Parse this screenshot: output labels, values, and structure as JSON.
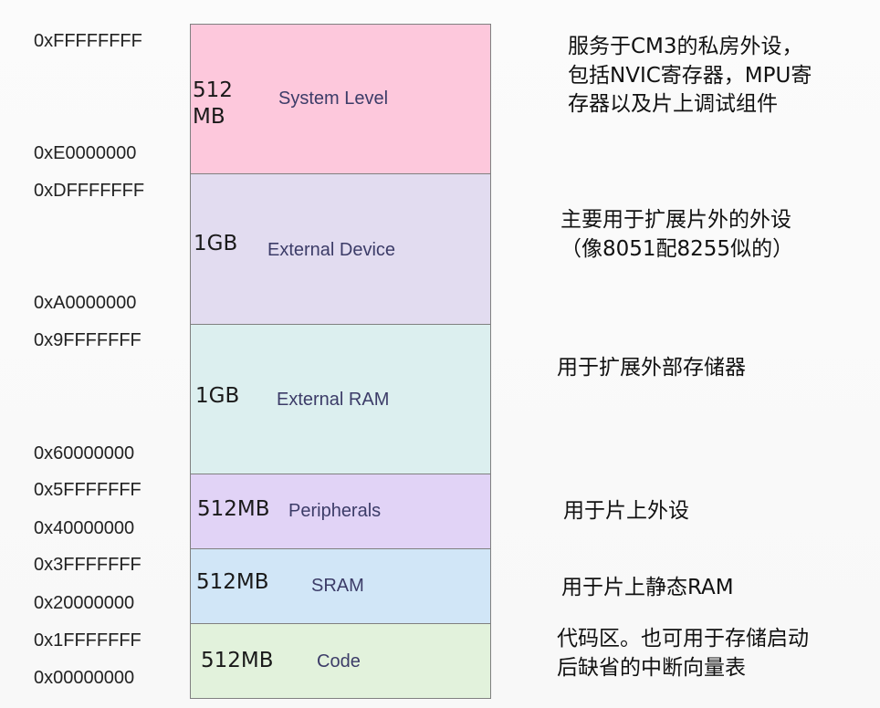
{
  "regions": [
    {
      "size": "512\nMB",
      "name": "System Level",
      "start": "0xE0000000",
      "end": "0xFFFFFFFF",
      "color": "#fdc8dc",
      "desc": [
        "服务于CM3的私房外设，",
        "包括NVIC寄存器，MPU寄",
        "存器以及片上调试组件"
      ]
    },
    {
      "size": "1GB",
      "name": "External Device",
      "start": "0xA0000000",
      "end": "0xDFFFFFFF",
      "color": "#e2dcf0",
      "desc": [
        "主要用于扩展片外的外设",
        "（像8051配8255似的）"
      ]
    },
    {
      "size": "1GB",
      "name": "External RAM",
      "start": "0x60000000",
      "end": "0x9FFFFFFF",
      "color": "#dcefef",
      "desc": [
        "用于扩展外部存储器"
      ]
    },
    {
      "size": "512MB",
      "name": "Peripherals",
      "start": "0x40000000",
      "end": "0x5FFFFFFF",
      "color": "#e1d3f6",
      "desc": [
        "用于片上外设"
      ]
    },
    {
      "size": "512MB",
      "name": "SRAM",
      "start": "0x20000000",
      "end": "0x3FFFFFFF",
      "color": "#d1e6f7",
      "desc": [
        "用于片上静态RAM"
      ]
    },
    {
      "size": "512MB",
      "name": "Code",
      "start": "0x00000000",
      "end": "0x1FFFFFFF",
      "color": "#e2f2dc",
      "desc": [
        "代码区。也可用于存储启动",
        "后缺省的中断向量表"
      ]
    }
  ]
}
